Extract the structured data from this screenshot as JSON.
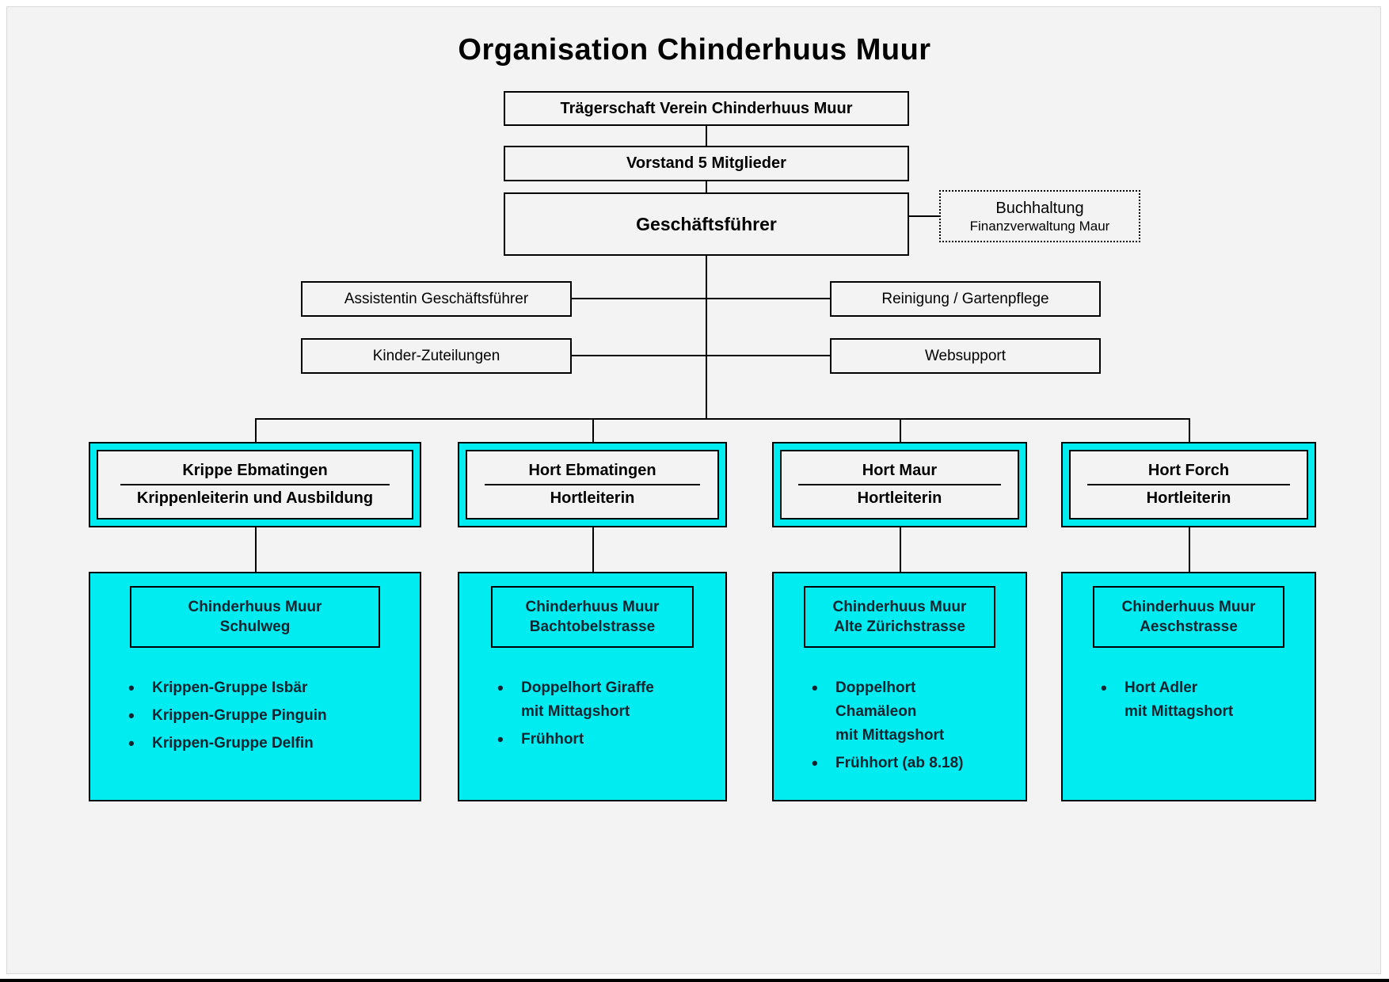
{
  "title": "Organisation Chinderhuus Muur",
  "colors": {
    "accent_cyan": "#00ECF0",
    "box_fill": "#F3F3F3",
    "border": "#000000",
    "dark_text": "#0B2430"
  },
  "hierarchy": {
    "level1": "Trägerschaft Verein Chinderhuus Muur",
    "level2": "Vorstand 5 Mitglieder",
    "level3": "Geschäftsführer",
    "side_box": {
      "line1": "Buchhaltung",
      "line2": "Finanzverwaltung Maur"
    },
    "staff": {
      "assistentin": "Assistentin Geschäftsführer",
      "reinigung": "Reinigung / Gartenpflege",
      "kinder": "Kinder-Zuteilungen",
      "websupport": "Websupport"
    }
  },
  "branches": [
    {
      "unit": "Krippe Ebmatingen",
      "role": "Krippenleiterin und Ausbildung",
      "site_line1": "Chinderhuus Muur",
      "site_line2": "Schulweg",
      "items": [
        "Krippen-Gruppe Isbär",
        "Krippen-Gruppe Pinguin",
        "Krippen-Gruppe Delfin"
      ]
    },
    {
      "unit": "Hort Ebmatingen",
      "role": "Hortleiterin",
      "site_line1": "Chinderhuus Muur",
      "site_line2": "Bachtobelstrasse",
      "items": [
        "Doppelhort Giraffe\nmit Mittagshort",
        "Frühhort"
      ]
    },
    {
      "unit": "Hort Maur",
      "role": "Hortleiterin",
      "site_line1": "Chinderhuus Muur",
      "site_line2": "Alte Zürichstrasse",
      "items": [
        "Doppelhort\nChamäleon\nmit Mittagshort",
        "Frühhort (ab 8.18)"
      ]
    },
    {
      "unit": "Hort Forch",
      "role": "Hortleiterin",
      "site_line1": "Chinderhuus Muur",
      "site_line2": "Aeschstrasse",
      "items": [
        "Hort Adler\nmit Mittagshort"
      ]
    }
  ]
}
